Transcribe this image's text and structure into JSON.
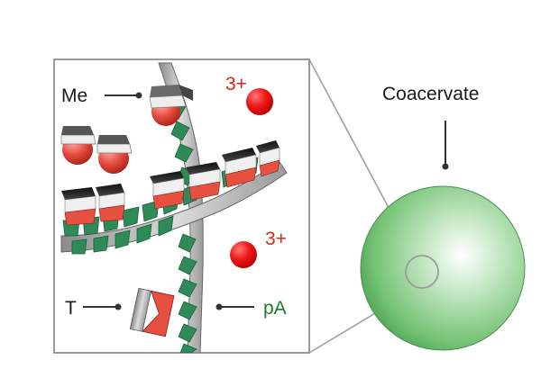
{
  "labels": {
    "me": "Me",
    "t": "T",
    "pa": "pA",
    "coacervate": "Coacervate",
    "ion_charge_top": "3+",
    "ion_charge_bottom": "3+"
  },
  "colors": {
    "pa_strand": "#2e8b57",
    "ion": "#e81010",
    "charge_text": "#d0281c",
    "pa_text": "#1f7a2e",
    "coacervate_sphere": "#6cc46c",
    "outline": "#9a9a9a",
    "text": "#1a1a1a"
  }
}
